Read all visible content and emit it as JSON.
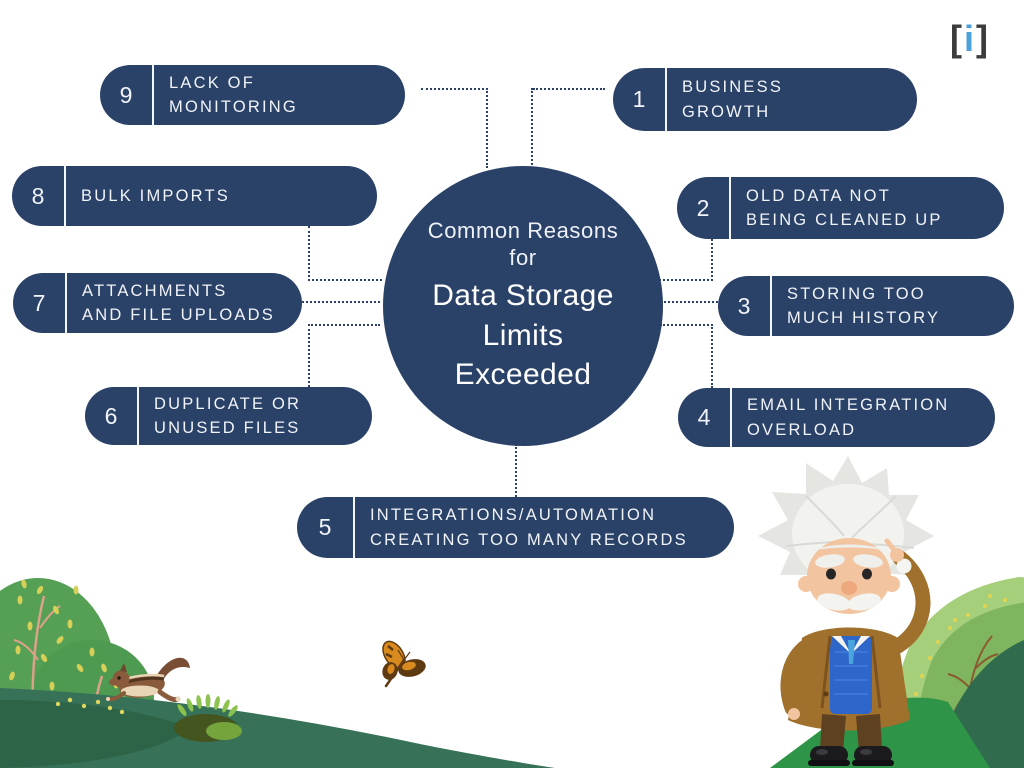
{
  "logo": {
    "left_bracket": "[",
    "letter": "i",
    "right_bracket": "]"
  },
  "center": {
    "pre": "Common Reasons",
    "mid": "for",
    "main1": "Data Storage",
    "main2": "Limits",
    "main3": "Exceeded"
  },
  "reasons": [
    {
      "num": "1",
      "line1": "BUSINESS",
      "line2": "GROWTH"
    },
    {
      "num": "2",
      "line1": "OLD DATA NOT",
      "line2": "BEING CLEANED UP"
    },
    {
      "num": "3",
      "line1": "STORING TOO",
      "line2": "MUCH HISTORY"
    },
    {
      "num": "4",
      "line1": "EMAIL INTEGRATION",
      "line2": "OVERLOAD"
    },
    {
      "num": "5",
      "line1": "INTEGRATIONS/AUTOMATION",
      "line2": "CREATING TOO MANY RECORDS"
    },
    {
      "num": "6",
      "line1": "DUPLICATE OR",
      "line2": "UNUSED FILES"
    },
    {
      "num": "7",
      "line1": "ATTACHMENTS",
      "line2": "AND FILE UPLOADS"
    },
    {
      "num": "8",
      "line1": "BULK IMPORTS",
      "line2": ""
    },
    {
      "num": "9",
      "line1": "LACK OF",
      "line2": "MONITORING"
    }
  ],
  "colors": {
    "navy": "#2A4168",
    "logo_blue": "#4AA0D8",
    "logo_gray": "#3B3B3B",
    "hill_teal": "#377258",
    "hill_dark": "#2D6347",
    "bush_green": "#55A055",
    "leaf_yellow": "#D6D058",
    "path_green": "#2E9447"
  },
  "scene": {
    "character": "einstein-mascot",
    "animal": "chipmunk",
    "insect": "butterfly"
  }
}
